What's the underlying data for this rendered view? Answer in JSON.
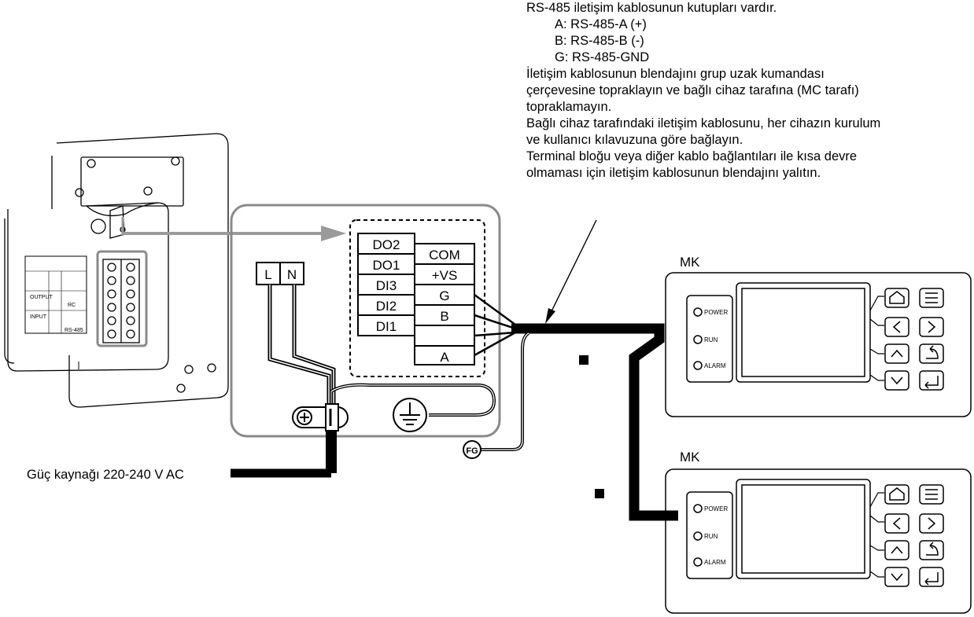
{
  "note": {
    "polarity_intro": "RS-485 iletişim kablosunun kutupları vardır.",
    "polarity": [
      "A: RS-485-A (+)",
      "B: RS-485-B (-)",
      "G: RS-485-GND"
    ],
    "lines": [
      "İletişim kablosunun blendajını grup uzak kumandası",
      "çerçevesine topraklayın ve bağlı cihaz tarafına (MC tarafı)",
      "topraklamayın.",
      "Bağlı cihaz tarafındaki iletişim kablosunu, her cihazın kurulum",
      "ve kullanıcı kılavuzuna göre bağlayın.",
      "Terminal bloğu veya diğer kablo bağlantıları ile kısa devre",
      "olmaması için iletişim kablosunun blendajını yalıtın."
    ]
  },
  "terminals": {
    "left": [
      "DO2",
      "DO1",
      "DI3",
      "DI2",
      "DI1"
    ],
    "right": [
      "COM",
      "+VS",
      "G",
      "B",
      "A"
    ]
  },
  "power": {
    "l_label": "L",
    "n_label": "N",
    "supply_label": "Güç kaynağı 220-240 V AC",
    "fg_label": "FG"
  },
  "device_label": {
    "unit_top": "MK",
    "unit_bottom": "MK"
  },
  "panel": {
    "power": "POWER",
    "run": "RUN",
    "alarm": "ALARM"
  },
  "colors": {
    "line": "#000000",
    "frame_gray": "#8a8a8a",
    "arrow_gray": "#9a9a9a"
  }
}
